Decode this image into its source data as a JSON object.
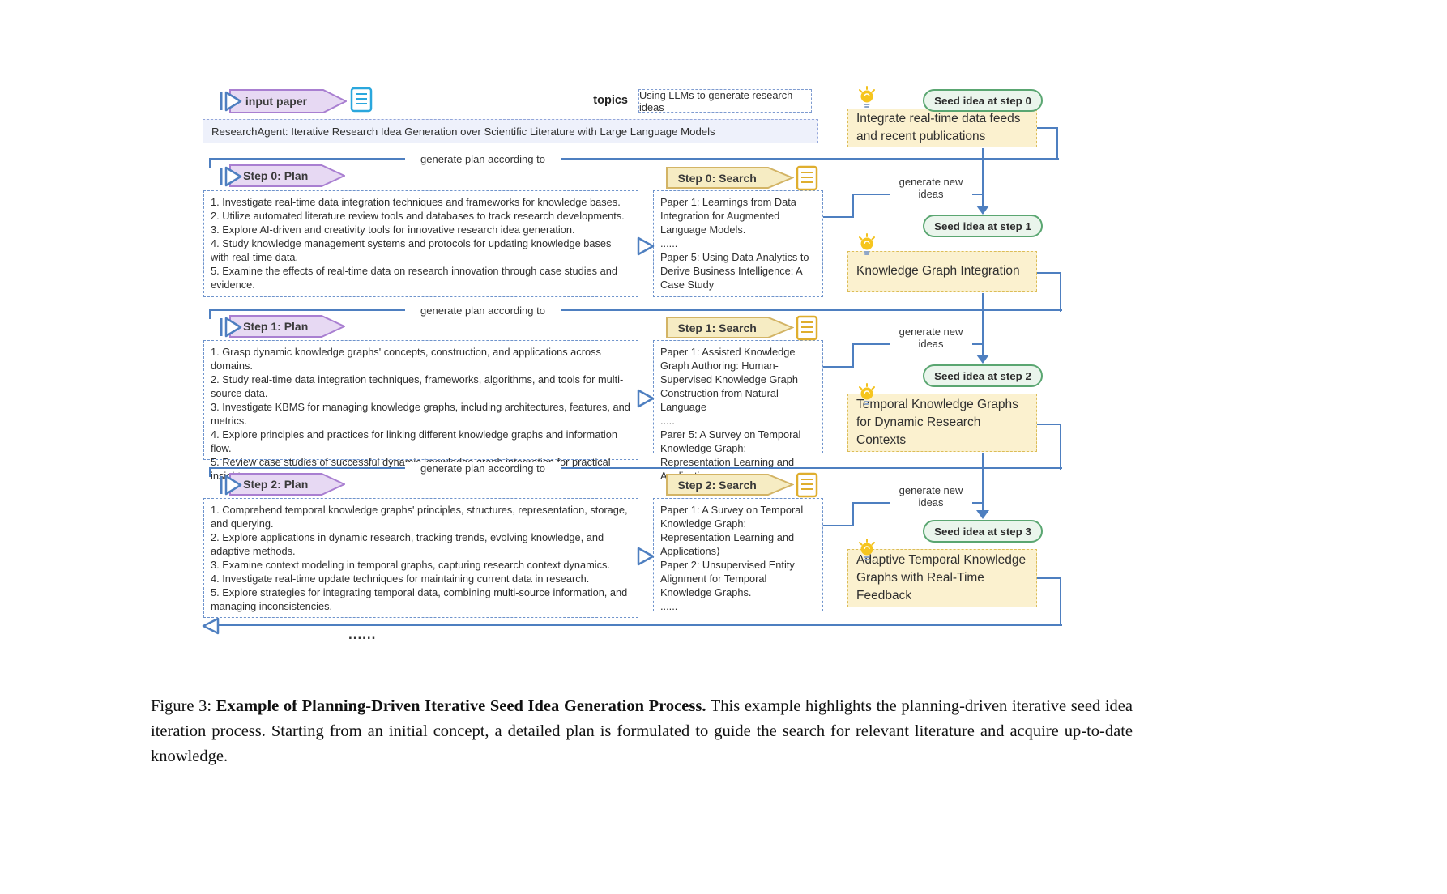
{
  "top": {
    "input_paper_label": "input paper",
    "topics_label": "topics",
    "topic_text": "Using LLMs to generate research ideas",
    "paper_title": "ResearchAgent: Iterative Research Idea Generation over Scientific Literature with Large Language Models",
    "seed_label": "Seed idea at step 0",
    "seed_idea": "Integrate real-time data feeds and recent publications"
  },
  "connectors": {
    "generate_plan": "generate plan according to",
    "generate_new_ideas": "generate new ideas",
    "ellipsis": "......"
  },
  "steps": [
    {
      "plan_label": "Step 0: Plan",
      "plan_items": [
        "1. Investigate real-time data integration techniques and frameworks for knowledge bases.",
        "2. Utilize automated literature review tools and databases to track research developments.",
        "3. Explore AI-driven and creativity tools for innovative research idea generation.",
        "4. Study knowledge management systems and protocols for updating knowledge bases with real-time data.",
        "5. Examine the effects of real-time data on research innovation through case studies and evidence."
      ],
      "search_label": "Step 0: Search",
      "search_lines": [
        "Paper 1: Learnings from Data Integration for Augmented Language Models.",
        "......",
        "Paper 5:  Using Data Analytics to Derive Business Intelligence: A Case Study"
      ],
      "seed_label": "Seed idea at step 1",
      "idea": "Knowledge Graph Integration"
    },
    {
      "plan_label": "Step 1: Plan",
      "plan_items": [
        "1. Grasp dynamic knowledge graphs' concepts, construction, and applications across domains.",
        "2. Study real-time data integration techniques, frameworks, algorithms, and tools for multi-source data.",
        "3. Investigate KBMS for managing knowledge graphs, including architectures, features, and metrics.",
        "4. Explore principles and practices for linking different knowledge graphs and information flow.",
        "5. Review case studies of successful dynamic knowledge graph integration for practical insights."
      ],
      "search_label": "Step 1: Search",
      "search_lines": [
        "Paper 1: Assisted Knowledge Graph Authoring: Human-Supervised Knowledge Graph Construction from Natural Language",
        ".....",
        "Parer 5: A Survey on Temporal Knowledge Graph: Representation Learning and Applications"
      ],
      "seed_label": "Seed idea at step 2",
      "idea": "Temporal Knowledge Graphs for Dynamic Research Contexts"
    },
    {
      "plan_label": "Step 2: Plan",
      "plan_items": [
        "1. Comprehend temporal knowledge graphs' principles, structures, representation, storage, and querying.",
        "2. Explore applications in dynamic research, tracking trends, evolving knowledge, and adaptive methods.",
        "3. Examine context modeling in temporal graphs, capturing research context dynamics.",
        "4. Investigate real-time update techniques for maintaining current data in research.",
        "5. Explore strategies for integrating temporal data, combining multi-source information, and managing inconsistencies."
      ],
      "search_label": "Step 2: Search",
      "search_lines": [
        "Paper 1:  A Survey on Temporal Knowledge Graph: Representation Learning and Applications⟩",
        "Paper 2: Unsupervised Entity Alignment for Temporal Knowledge Graphs.",
        "......"
      ],
      "seed_label": "Seed idea at step 3",
      "idea": "Adaptive Temporal Knowledge Graphs with Real-Time Feedback"
    }
  ],
  "caption": {
    "prefix": "Figure 3: ",
    "bold": "Example of Planning-Driven Iterative Seed Idea Generation Process.",
    "rest": " This example highlights the planning-driven iterative seed idea iteration process. Starting from an initial concept, a detailed plan is formulated to guide the search for relevant literature and acquire up-to-date knowledge."
  }
}
